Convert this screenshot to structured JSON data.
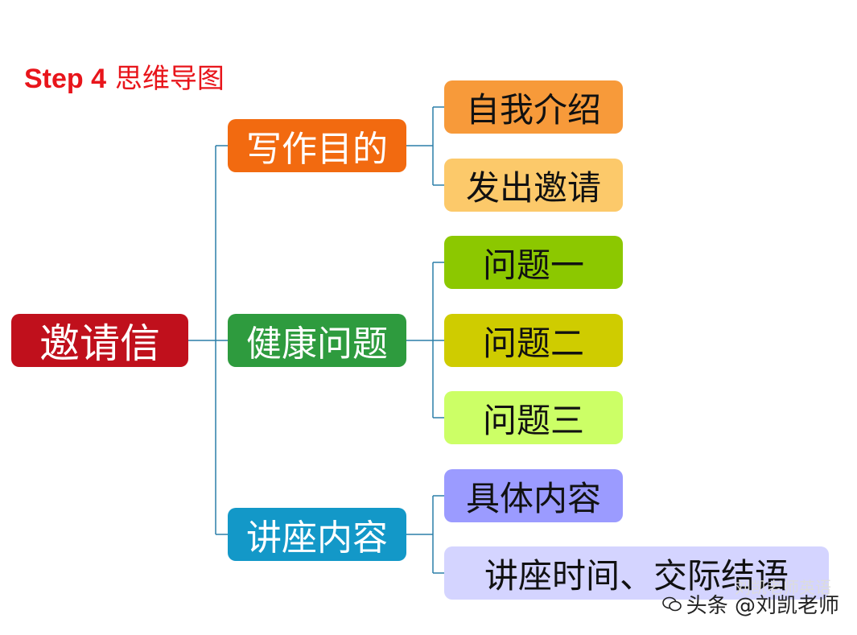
{
  "title": {
    "step": "Step 4",
    "label": "思维导图"
  },
  "root": {
    "label": "邀请信",
    "color": "#c0101c"
  },
  "branches": [
    {
      "label": "写作目的",
      "color": "#f26a10",
      "children": [
        {
          "label": "自我介绍",
          "color": "#f79a3a"
        },
        {
          "label": "发出邀请",
          "color": "#fcc96a"
        }
      ]
    },
    {
      "label": "健康问题",
      "color": "#2e9b3e",
      "children": [
        {
          "label": "问题一",
          "color": "#8cc800"
        },
        {
          "label": "问题二",
          "color": "#cfcc00"
        },
        {
          "label": "问题三",
          "color": "#ccff66"
        }
      ]
    },
    {
      "label": "讲座内容",
      "color": "#1398c8",
      "children": [
        {
          "label": "具体内容",
          "color": "#9b9bff"
        },
        {
          "label": "讲座时间、交际结语",
          "color": "#d4d4ff"
        }
      ]
    }
  ],
  "line_color": "#2b7ea8",
  "watermark": {
    "text": "头条 @刘凯老师",
    "ghost": "刘凯老师英语"
  }
}
